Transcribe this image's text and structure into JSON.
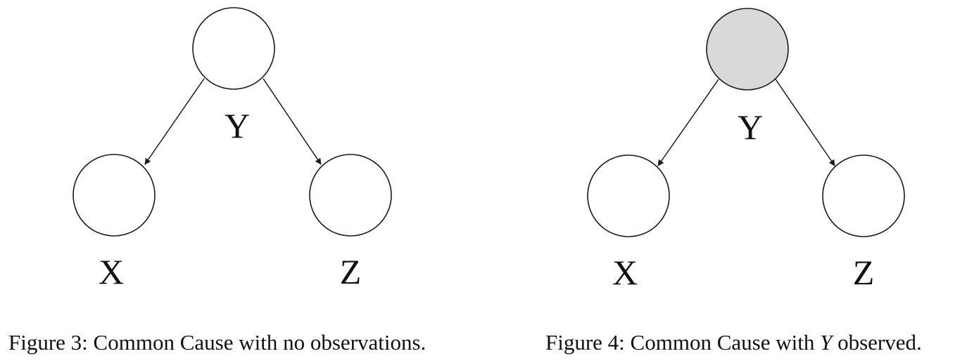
{
  "colors": {
    "unobserved_fill": "#ffffff",
    "observed_fill": "#d9d9d9",
    "stroke": "#1a1a1a"
  },
  "figures": [
    {
      "caption": "Figure 3: Common Cause with no observations.",
      "nodes": [
        {
          "label": "Y",
          "observed": false
        },
        {
          "label": "X",
          "observed": false
        },
        {
          "label": "Z",
          "observed": false
        }
      ],
      "edges": [
        {
          "from": "Y",
          "to": "X"
        },
        {
          "from": "Y",
          "to": "Z"
        }
      ]
    },
    {
      "caption_prefix": "Figure 4: Common Cause with ",
      "caption_var": "Y",
      "caption_suffix": " observed.",
      "nodes": [
        {
          "label": "Y",
          "observed": true
        },
        {
          "label": "X",
          "observed": false
        },
        {
          "label": "Z",
          "observed": false
        }
      ],
      "edges": [
        {
          "from": "Y",
          "to": "X"
        },
        {
          "from": "Y",
          "to": "Z"
        }
      ]
    }
  ]
}
